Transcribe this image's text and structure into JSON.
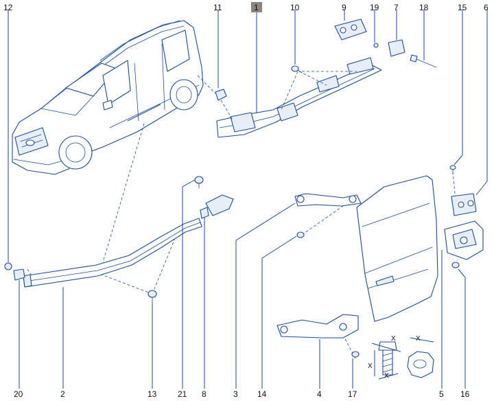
{
  "callouts": {
    "c1": "1",
    "c2": "2",
    "c3": "3",
    "c4": "4",
    "c5": "5",
    "c6": "6",
    "c7": "7",
    "c8": "8",
    "c9": "9",
    "c10": "10",
    "c11": "11",
    "c12": "12",
    "c13": "13",
    "c14": "14",
    "c15": "15",
    "c16": "16",
    "c17": "17",
    "c18": "18",
    "c19": "19",
    "c20": "20",
    "c21": "21"
  },
  "highlighted_callout": "1",
  "dimension_marks": {
    "x": "X"
  },
  "colors": {
    "line": "#1b4b9c",
    "highlight": "#8a8580"
  }
}
